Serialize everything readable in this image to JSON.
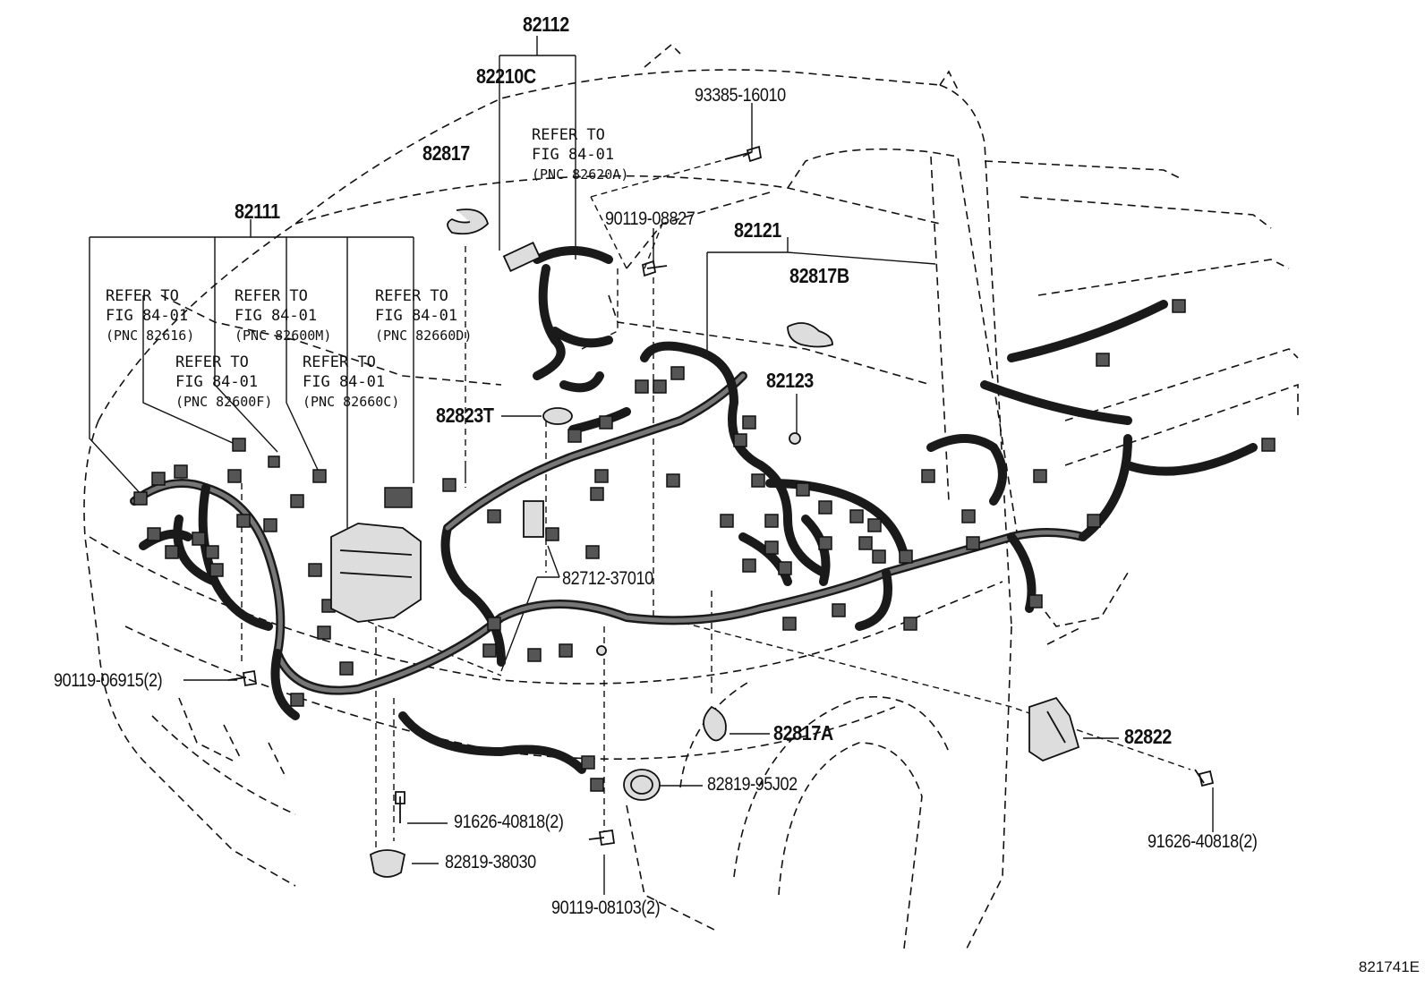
{
  "figure_code": "821741E",
  "labels": {
    "p82112": "82112",
    "p82210c": "82210C",
    "p82817": "82817",
    "p82111": "82111",
    "p93385": "93385-16010",
    "p90119_08827": "90119-08827",
    "p82121": "82121",
    "p82817b": "82817B",
    "p82123": "82123",
    "p82823t": "82823T",
    "p82712": "82712-37010",
    "p90119_06915": "90119-06915(2)",
    "p82817a": "82817A",
    "p82822": "82822",
    "p82819_95j02": "82819-95J02",
    "p91626_center": "91626-40818(2)",
    "p82819_38030": "82819-38030",
    "p90119_08103": "90119-08103(2)",
    "p91626_right": "91626-40818(2)"
  },
  "refer": {
    "r82620a": {
      "l1": "REFER TO",
      "l2": "FIG 84-01",
      "l3": "(PNC 82620A)"
    },
    "r82616": {
      "l1": "REFER TO",
      "l2": "FIG 84-01",
      "l3": "(PNC 82616)"
    },
    "r82600m": {
      "l1": "REFER TO",
      "l2": "FIG 84-01",
      "l3": "(PNC 82600M)"
    },
    "r82660d": {
      "l1": "REFER TO",
      "l2": "FIG 84-01",
      "l3": "(PNC 82660D)"
    },
    "r82600f": {
      "l1": "REFER TO",
      "l2": "FIG 84-01",
      "l3": "(PNC 82600F)"
    },
    "r82660c": {
      "l1": "REFER TO",
      "l2": "FIG 84-01",
      "l3": "(PNC 82660C)"
    }
  }
}
